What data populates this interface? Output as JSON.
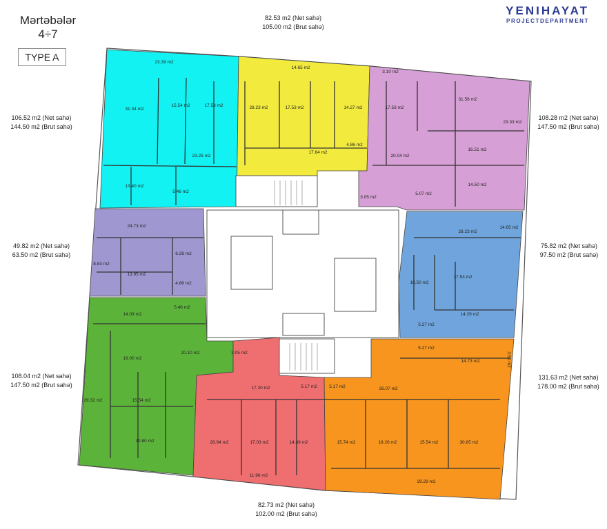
{
  "header": {
    "floors_label": "Mərtəbələr",
    "floors_value": "4÷7",
    "type_label": "TYPE A"
  },
  "logo": {
    "brand": "YENIHAYAT",
    "department": "PROJECTDEPARTMENT"
  },
  "units": [
    {
      "key": "north",
      "color": "#f2ea3c",
      "net": "82.53 m2 (Net sahə)",
      "brut": "105.00 m2 (Brut sahə)"
    },
    {
      "key": "northwest",
      "color": "#13f2f2",
      "net": "106.52 m2 (Net sahə)",
      "brut": "144.50 m2 (Brut sahə)"
    },
    {
      "key": "northeast",
      "color": "#d69fd5",
      "net": "108.28 m2 (Net sahə)",
      "brut": "147.50 m2 (Brut sahə)"
    },
    {
      "key": "west",
      "color": "#9f97cf",
      "net": "49.82 m2 (Net sahə)",
      "brut": "63.50 m2 (Brut sahə)"
    },
    {
      "key": "east",
      "color": "#6fa5dc",
      "net": "75.82 m2 (Net sahə)",
      "brut": "97.50 m2 (Brut sahə)"
    },
    {
      "key": "southwest",
      "color": "#5cb33a",
      "net": "108.04 m2 (Net sahə)",
      "brut": "147.50 m2 (Brut sahə)"
    },
    {
      "key": "southeast",
      "color": "#f7951e",
      "net": "131.63 m2 (Net sahə)",
      "brut": "178.00 m2 (Brut sahə)"
    },
    {
      "key": "south",
      "color": "#ef6e70",
      "net": "82.73 m2 (Net sahə)",
      "brut": "102.00 m2 (Brut sahə)"
    }
  ],
  "room_labels": [
    "23.39 m2",
    "31.34 m2",
    "15.54 m2",
    "17.53 m2",
    "23.25 m2",
    "13.40 m2",
    "5.46 m2",
    "14.65 m2",
    "28.23 m2",
    "17.53 m2",
    "14.27 m2",
    "17.64 m2",
    "4.86 m2",
    "3.10 m2",
    "17.53 m2",
    "31.58 m2",
    "23.33 m2",
    "16.51 m2",
    "20.04 m2",
    "14.50 m2",
    "5.07 m2",
    "3.05 m2",
    "24.73 m2",
    "6.28 m2",
    "8.83 m2",
    "13.95 m2",
    "4.86 m2",
    "14.65 m2",
    "28.23 m2",
    "17.53 m2",
    "10.50 m2",
    "14.29 m2",
    "5.27 m2",
    "14.09 m2",
    "5.46 m2",
    "19.00 m2",
    "20.10 m2",
    "3.05 m2",
    "15.54 m2",
    "29.32 m2",
    "30.80 m2",
    "17.20 m2",
    "5.17 m2",
    "28.94 m2",
    "17.03 m2",
    "14.39 m2",
    "11.96 m2",
    "5.27 m2",
    "14.73 m2",
    "3.50 m2",
    "5.17 m2",
    "26.07 m2",
    "15.74 m2",
    "18.26 m2",
    "15.54 m2",
    "30.85 m2",
    "29.29 m2"
  ]
}
